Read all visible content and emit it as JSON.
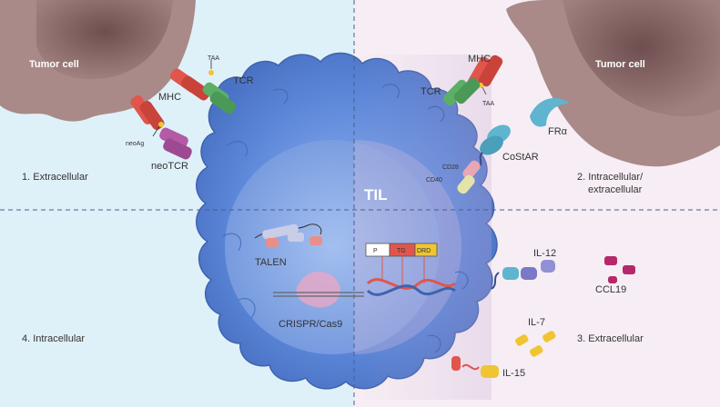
{
  "quadrants": {
    "q1": "1. Extracellular",
    "q2_line1": "2. Intracellular/",
    "q2_line2": "extracellular",
    "q3": "3. Extracellular",
    "q4": "4. Intracellular"
  },
  "center_label": "TIL",
  "left_tumor": {
    "title": "Tumor cell",
    "mhc": "MHC",
    "tcr": "TCR",
    "taa": "TAA",
    "neoag": "neoAg",
    "neotcr": "neoTCR"
  },
  "right_tumor": {
    "title": "Tumor cell",
    "mhc": "MHC",
    "tcr": "TCR",
    "taa": "TAA",
    "fra": "FRα",
    "costar": "CoStAR",
    "cd28": "CD28",
    "cd40": "CD40"
  },
  "construct": {
    "p": "P",
    "tg": "TG",
    "drd": "DRD"
  },
  "gene_editing": {
    "talen": "TALEN",
    "crispr": "CRISPR/Cas9"
  },
  "cytokines": {
    "il12": "IL-12",
    "ccl19": "CCL19",
    "il7": "IL-7",
    "il15": "IL-15"
  },
  "colors": {
    "left_bg": "#dff1f8",
    "right_bg": "#f6eef4",
    "cell_body": "#5b86d8",
    "nucleus": "#7fa6e6",
    "tumor": "#8a6a6a",
    "mhc": "#e0564d",
    "tcr": "#5caf67",
    "neotcr": "#b45aa6",
    "fra": "#5fb4cf",
    "il7": "#f0c534",
    "il12": "#7a79c8",
    "ccl19": "#b5286b"
  }
}
